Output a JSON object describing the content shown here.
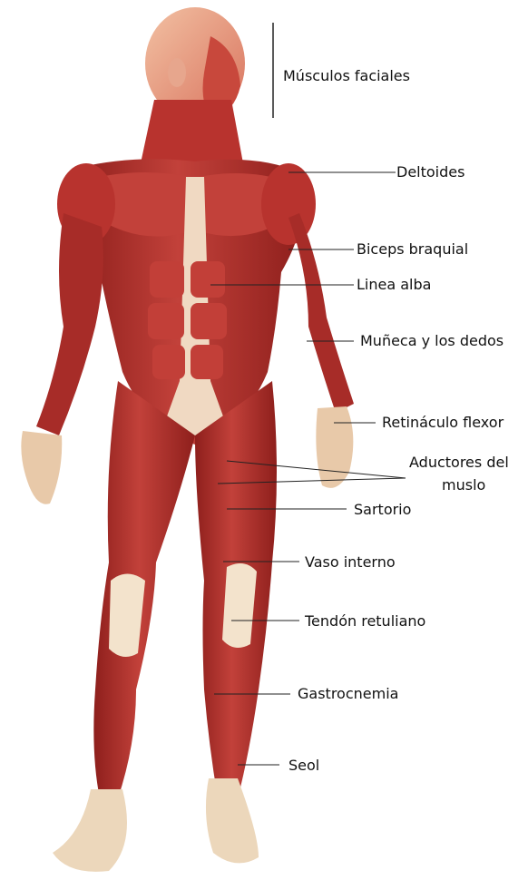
{
  "labels": {
    "facial": "Músculos faciales",
    "deltoid": "Deltoides",
    "biceps": "Biceps braquial",
    "linea_alba": "Linea alba",
    "wrist": "Muñeca y los dedos",
    "retinaculum": "Retináculo flexor",
    "adductors_line1": "Aductores del",
    "adductors_line2": "muslo",
    "sartorius": "Sartorio",
    "vastus": "Vaso interno",
    "patellar": "Tendón retuliano",
    "gastro": "Gastrocnemia",
    "soleus": "Seol"
  },
  "colors": {
    "muscle": "#b8332e",
    "muscle_dark": "#8e1f1c",
    "muscle_light": "#d8605a",
    "tendon": "#f3e3cc",
    "line": "#222222"
  }
}
